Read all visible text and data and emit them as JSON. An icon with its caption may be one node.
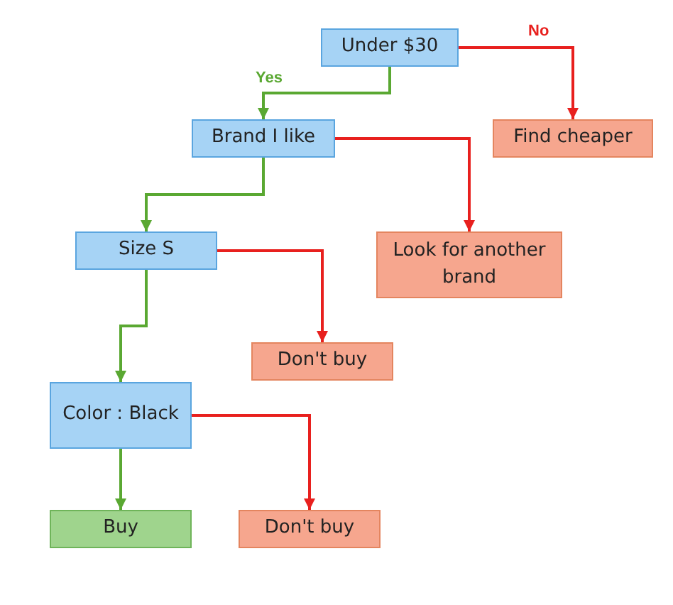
{
  "diagram": {
    "nodes": [
      {
        "text": [
          "Under $30"
        ]
      },
      {
        "text": [
          "Find cheaper"
        ]
      },
      {
        "text": [
          "Brand I like"
        ]
      },
      {
        "text": [
          "Look for another brand"
        ]
      },
      {
        "text": [
          "Size S"
        ]
      },
      {
        "text": [
          "Don't buy"
        ]
      },
      {
        "text": [
          "Color : Black"
        ]
      },
      {
        "text": [
          "Buy"
        ]
      },
      {
        "text": [
          "Don't buy"
        ]
      }
    ],
    "edges": [
      {
        "from": 0,
        "to": 1,
        "arrow": "to",
        "label": "No",
        "color": "#e8201e"
      },
      {
        "from": 0,
        "to": 2,
        "arrow": "to",
        "label": "Yes",
        "color": "#5aa832"
      },
      {
        "from": 2,
        "to": 3,
        "arrow": "to",
        "color": "#e8201e"
      },
      {
        "from": 2,
        "to": 4,
        "arrow": "to",
        "color": "#5aa832"
      },
      {
        "from": 4,
        "to": 5,
        "arrow": "to",
        "color": "#e8201e"
      },
      {
        "from": 4,
        "to": 6,
        "arrow": "to",
        "color": "#5aa832"
      },
      {
        "from": 6,
        "to": 7,
        "arrow": "to",
        "color": "#5aa832"
      },
      {
        "from": 6,
        "to": 8,
        "arrow": "to",
        "color": "#e8201e"
      }
    ]
  }
}
